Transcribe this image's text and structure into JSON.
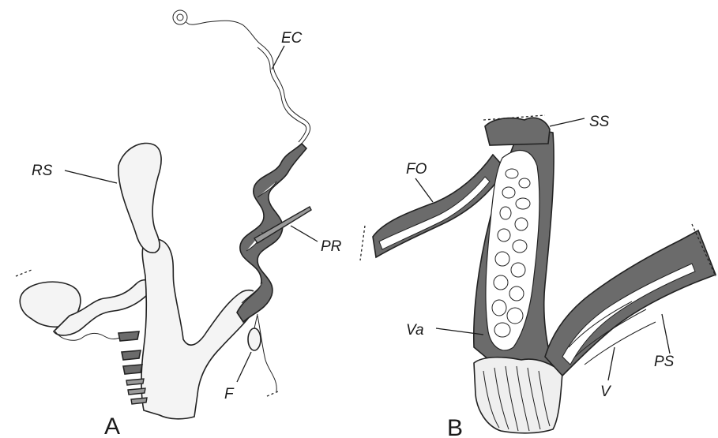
{
  "panels": {
    "a": {
      "letter": "A"
    },
    "b": {
      "letter": "B"
    }
  },
  "labels_a": {
    "ec": "EC",
    "rs": "RS",
    "pr": "PR",
    "f": "F"
  },
  "labels_b": {
    "ss": "SS",
    "fo": "FO",
    "va": "Va",
    "ps": "PS",
    "v": "V"
  }
}
